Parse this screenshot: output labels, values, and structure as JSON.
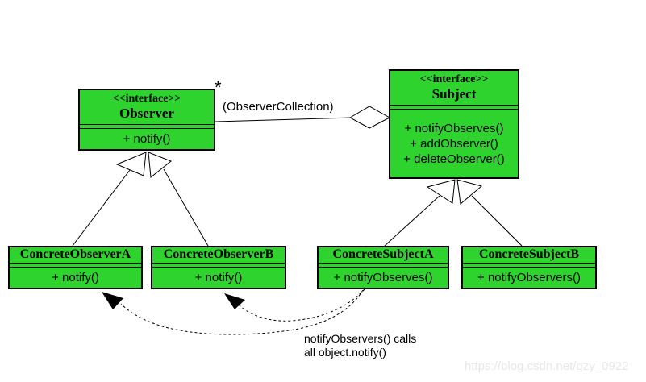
{
  "colors": {
    "class_fill": "#2ed32e",
    "line": "#000000",
    "watermark": "#e7e7e7"
  },
  "classes": {
    "observer": {
      "stereotype": "<<interface>>",
      "name": "Observer",
      "methods": [
        "+ notify()"
      ]
    },
    "subject": {
      "stereotype": "<<interface>>",
      "name": "Subject",
      "methods": [
        "+ notifyObserves()",
        "+ addObserver()",
        "+ deleteObserver()"
      ]
    },
    "concrete_observer_a": {
      "name": "ConcreteObserverA",
      "methods": [
        "+ notify()"
      ]
    },
    "concrete_observer_b": {
      "name": "ConcreteObserverB",
      "methods": [
        "+ notify()"
      ]
    },
    "concrete_subject_a": {
      "name": "ConcreteSubjectA",
      "methods": [
        "+ notifyObserves()"
      ]
    },
    "concrete_subject_b": {
      "name": "ConcreteSubjectB",
      "methods": [
        "+ notifyObservers()"
      ]
    }
  },
  "association": {
    "multiplicity": "*",
    "label": "(ObserverCollection)"
  },
  "note": {
    "line1": "notifyObservers() calls",
    "line2": "all object.notify()"
  },
  "watermark": {
    "text": "https://blog.csdn.net/gzy_0922"
  }
}
